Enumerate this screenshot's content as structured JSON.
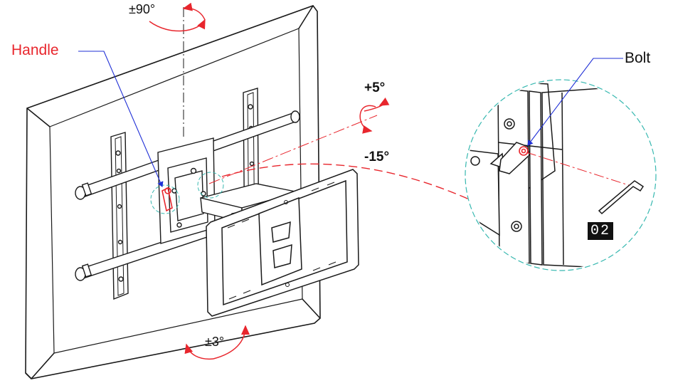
{
  "labels": {
    "rotate_top": "±90°",
    "handle": "Handle",
    "bolt": "Bolt",
    "tilt_up": "+5°",
    "tilt_down": "-15°",
    "level": "±3°",
    "step_number": "02"
  },
  "colors": {
    "line": "#1a1a1a",
    "callout_red": "#e8262d",
    "leader_blue": "#1f2fd6",
    "detail_circle": "#37b8b0",
    "centerline_red": "#e8262d"
  },
  "icons": {
    "rotation": "curved-arrow-icon",
    "tilt": "tilt-arrow-icon",
    "wrench": "hex-key-icon"
  }
}
